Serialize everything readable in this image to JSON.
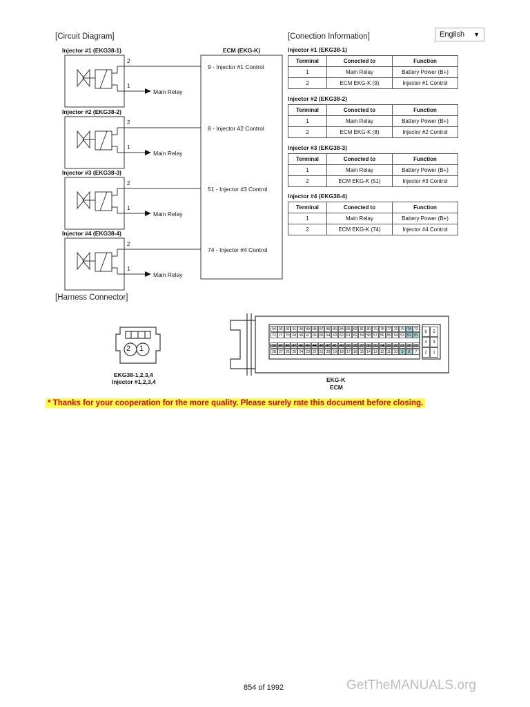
{
  "language_select": {
    "value": "English"
  },
  "circuit": {
    "title": "[Circuit Diagram]",
    "ecm_title": "ECM (EKG-K)",
    "injectors": [
      {
        "name": "Injector #1 (EKG38-1)",
        "pin2": "2",
        "pin1": "1",
        "relay": "Main Relay",
        "ecm_pin": "9 - Injector #1 Control"
      },
      {
        "name": "Injector #2 (EKG38-2)",
        "pin2": "2",
        "pin1": "1",
        "relay": "Main Relay",
        "ecm_pin": "8 - Injector #2 Control"
      },
      {
        "name": "Injector #3 (EKG38-3)",
        "pin2": "2",
        "pin1": "1",
        "relay": "Main Relay",
        "ecm_pin": "51 - Injector #3 Control"
      },
      {
        "name": "Injector #4 (EKG38-4)",
        "pin2": "2",
        "pin1": "1",
        "relay": "Main Relay",
        "ecm_pin": "74 - Injector #4 Control"
      }
    ]
  },
  "connection": {
    "title": "[Conection Information]",
    "headers": [
      "Terminal",
      "Conected to",
      "Function"
    ],
    "tables": [
      {
        "name": "Injector #1 (EKG38-1)",
        "rows": [
          [
            "1",
            "Main Relay",
            "Battery Power (B+)"
          ],
          [
            "2",
            "ECM EKG-K (9)",
            "Injector #1 Control"
          ]
        ]
      },
      {
        "name": "Injector #2 (EKG38-2)",
        "rows": [
          [
            "1",
            "Main Relay",
            "Battery Power (B+)"
          ],
          [
            "2",
            "ECM EKG-K (8)",
            "Injector #2 Control"
          ]
        ]
      },
      {
        "name": "Injector #3 (EKG38-3)",
        "rows": [
          [
            "1",
            "Main Relay",
            "Battery Power (B+)"
          ],
          [
            "2",
            "ECM EKG-K (51)",
            "Injector #3 Control"
          ]
        ]
      },
      {
        "name": "Injector #4 (EKG38-4)",
        "rows": [
          [
            "1",
            "Main Relay",
            "Battery Power (B+)"
          ],
          [
            "2",
            "ECM EKG-K (74)",
            "Injector #4 Control"
          ]
        ]
      }
    ]
  },
  "harness": {
    "title": "[Harness Connector]",
    "small_connector": {
      "pin_left": "2",
      "pin_right": "1",
      "label_line1": "EKG38-1,2,3,4",
      "label_line2": "Injector #1,2,3,4"
    },
    "ecm_connector": {
      "label_line1": "EKG-K",
      "label_line2": "ECM",
      "upper_row1": [
        "94",
        "93",
        "92",
        "91",
        "90",
        "89",
        "88",
        "87",
        "86",
        "85",
        "84",
        "83",
        "82",
        "81",
        "80",
        "79",
        "78",
        "77",
        "76",
        "75",
        "74",
        "73"
      ],
      "upper_row2": [
        "72",
        "71",
        "70",
        "69",
        "68",
        "67",
        "66",
        "65",
        "64",
        "63",
        "62",
        "61",
        "60",
        "59",
        "58",
        "57",
        "56",
        "55",
        "54",
        "53",
        "52",
        "51"
      ],
      "lower_row1": [
        "50",
        "49",
        "48",
        "47",
        "46",
        "45",
        "44",
        "43",
        "42",
        "41",
        "40",
        "39",
        "38",
        "37",
        "36",
        "35",
        "34",
        "33",
        "32",
        "31",
        "30",
        "29"
      ],
      "lower_row2": [
        "28",
        "27",
        "26",
        "25",
        "24",
        "23",
        "22",
        "21",
        "20",
        "19",
        "18",
        "17",
        "16",
        "15",
        "14",
        "13",
        "12",
        "11",
        "10",
        "9",
        "8",
        "7"
      ],
      "side_rows": [
        [
          "6",
          "5"
        ],
        [
          "4",
          "3"
        ],
        [
          "2",
          "1"
        ]
      ],
      "highlighted": [
        "74",
        "52",
        "51",
        "9",
        "8"
      ],
      "highlight_color": "#9fd3d8"
    }
  },
  "notice": "* Thanks for your cooperation for the more quality. Please surely rate this document before closing.",
  "footer": {
    "page": "854 of 1992",
    "brand": "GetTheMANUALS.org"
  }
}
